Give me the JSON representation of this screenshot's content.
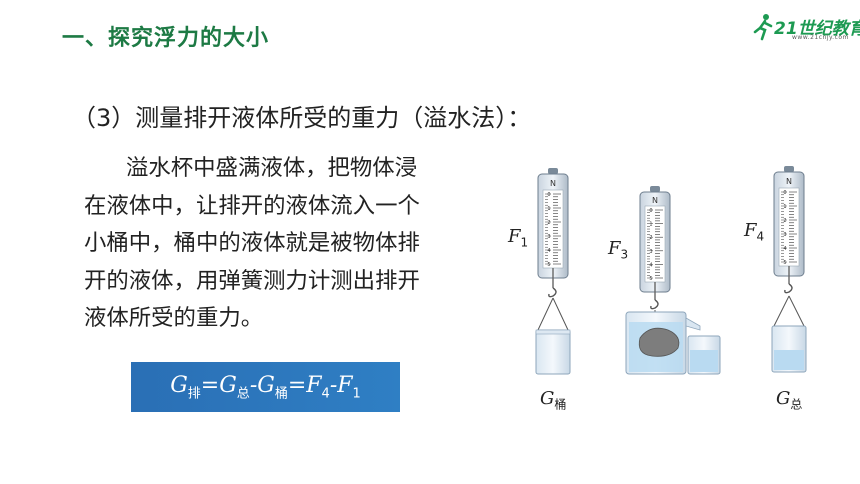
{
  "header": {
    "section_title": "一、探究浮力的大小",
    "logo_text": "21世纪教育",
    "logo_sub": "www.21cnjy.com"
  },
  "subheading": "（3）测量排开液体所受的重力（溢水法）：",
  "paragraph": {
    "lines": [
      "溢水杯中盛满液体，把物体浸",
      "在液体中，让排开的液体流入一个",
      "小桶中，桶中的液体就是被物体排",
      "开的液体，用弹簧测力计测出排开",
      "液体所受的重力。"
    ]
  },
  "formula": {
    "G": "G",
    "sub_pai": "排",
    "eq": "=",
    "sub_zong": "总",
    "minus": "-",
    "sub_tong": "桶",
    "F": "F",
    "n4": "4",
    "n1": "1"
  },
  "figure": {
    "gauge_letter": "N",
    "labels": {
      "F": "F",
      "G": "G",
      "f1_sub": "1",
      "f3_sub": "3",
      "f4_sub": "4",
      "g_tong_sub": "桶",
      "g_zong_sub": "总"
    },
    "scale_numbers": [
      "0",
      "1",
      "2",
      "3",
      "4",
      "5"
    ]
  },
  "colors": {
    "title_green": "#1d7a44",
    "formula_blue": "#2a6fb5",
    "water_blue": "#b9daf1"
  }
}
